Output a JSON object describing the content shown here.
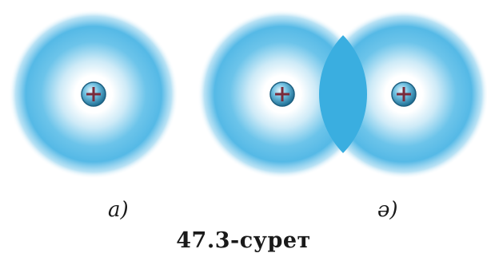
{
  "figure": {
    "part_a_label": "а)",
    "part_b_label": "ә)",
    "caption": "47.3-сурет"
  },
  "colors": {
    "cloud": "#4fb8e6",
    "overlap": "#2aa6dc",
    "nucleus": "#2b8db8",
    "sign": "#7a2a3a"
  }
}
